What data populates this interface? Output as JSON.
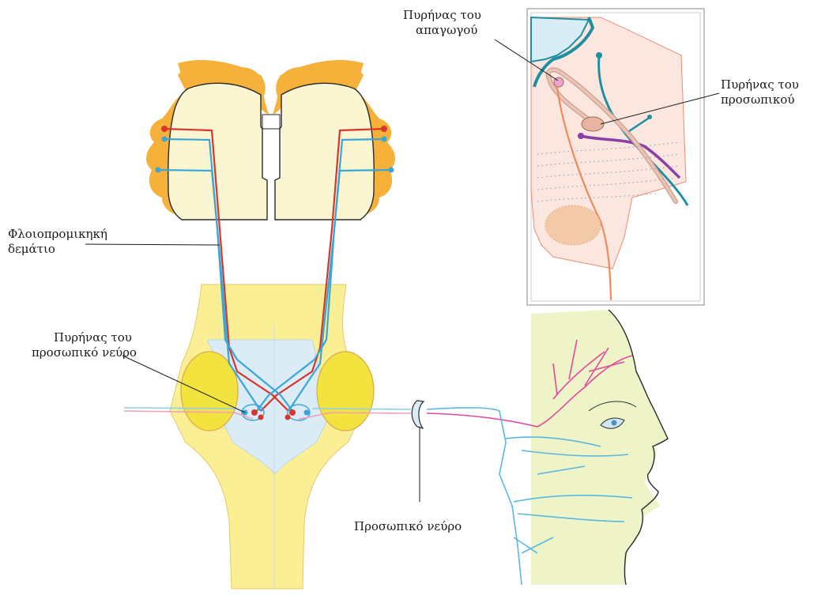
{
  "labels": {
    "corticobulbar_tract": [
      "Φλοιοπρομικηκή",
      "δεμάτιο"
    ],
    "facial_nerve_nucleus": [
      "Πυρήνας του",
      "προσωπικό νεύρο"
    ],
    "facial_nerve": "Προσωπικό νεύρο",
    "abducens_nucleus": [
      "Πυρήνας του",
      "απαγωγού"
    ],
    "facial_nucleus_inset": [
      "Πυρήνας του",
      "προσωπικού"
    ]
  },
  "colors": {
    "cortex": "#f5b13a",
    "white_matter": "#faf6d2",
    "brainstem": "#fbef96",
    "pons_core": "#dcecf7",
    "pons_ellipse": "#f3e33e",
    "red_fiber": "#d9352d",
    "blue_fiber": "#3aa6d6",
    "pink_nerve": "#e04a9b",
    "face_fill": "#eef3c8",
    "inset_bg": "#fbe7e0",
    "inset_teal": "#1f8fa0",
    "inset_purple": "#8a3fa6",
    "inset_nucleus": "#e9b4a0"
  }
}
